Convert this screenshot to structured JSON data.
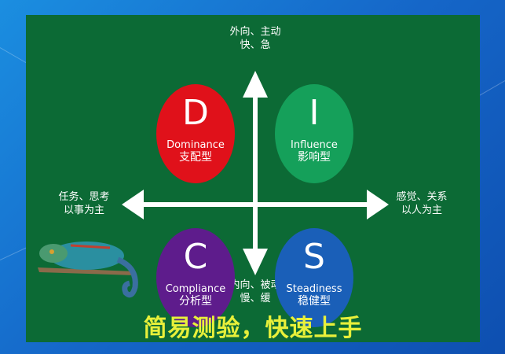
{
  "colors": {
    "background": "#1566c8",
    "panel": "#0c6a35",
    "d": "#e0111a",
    "i": "#15a05a",
    "c": "#5e1c8c",
    "s": "#1a5fb8",
    "subtitle": "#e8f03a"
  },
  "axes": {
    "top": [
      "外向、主动",
      "快、急"
    ],
    "bottom": [
      "内向、被动",
      "慢、缓"
    ],
    "left": [
      "任务、思考",
      "以事为主"
    ],
    "right": [
      "感觉、关系",
      "以人为主"
    ]
  },
  "quadrants": [
    {
      "letter": "D",
      "english": "Dominance",
      "chinese": "支配型"
    },
    {
      "letter": "I",
      "english": "Influence",
      "chinese": "影响型"
    },
    {
      "letter": "C",
      "english": "Compliance",
      "chinese": "分析型"
    },
    {
      "letter": "S",
      "english": "Steadiness",
      "chinese": "稳健型"
    }
  ],
  "subtitle": "简易测验，快速上手",
  "image": "chameleon"
}
